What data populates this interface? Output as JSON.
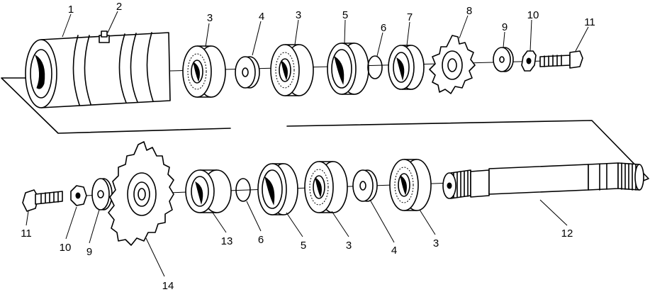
{
  "figure": "exploded-parts-diagram",
  "callouts": {
    "upper": [
      "1",
      "2",
      "3",
      "4",
      "3",
      "5",
      "6",
      "7",
      "8",
      "9",
      "10",
      "11"
    ],
    "lower": [
      "11",
      "10",
      "9",
      "14",
      "13",
      "6",
      "5",
      "3",
      "4",
      "3",
      "12"
    ]
  }
}
